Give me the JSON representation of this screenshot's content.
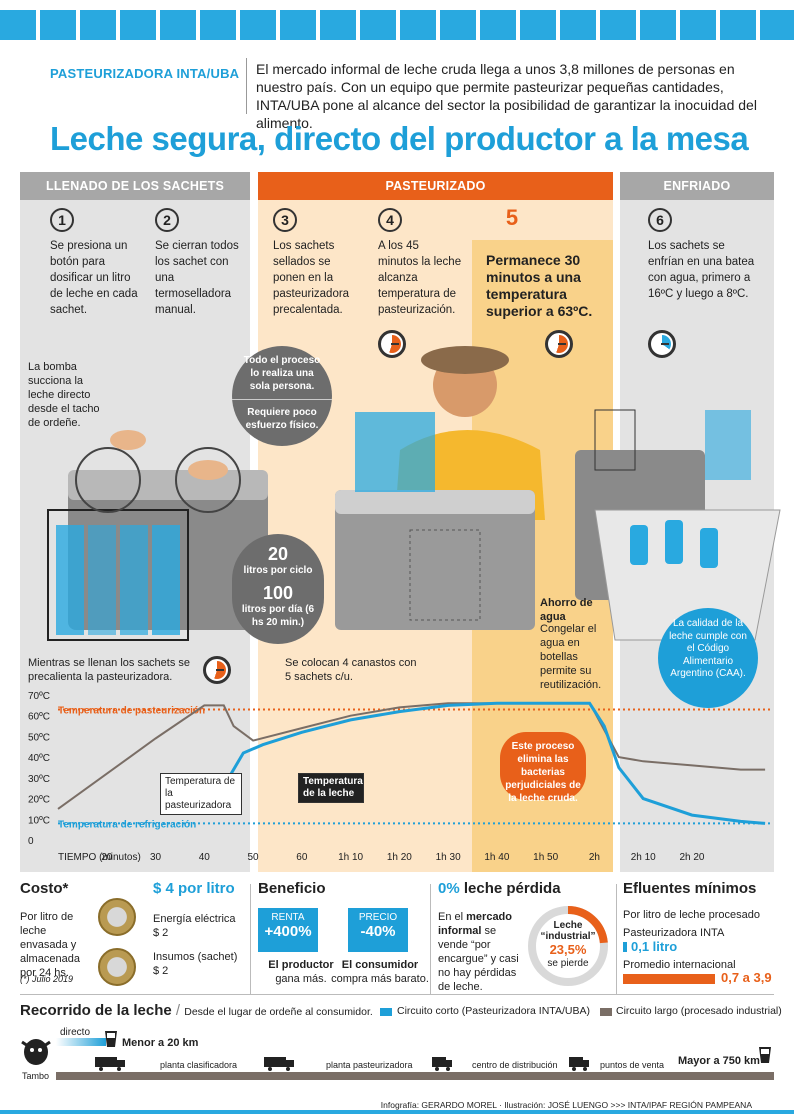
{
  "header": {
    "section_label": "PASTEURIZADORA INTA/UBA",
    "intro": "El mercado informal de leche cruda llega a unos 3,8 millones de personas en nuestro país. Con un equipo que permite pasteurizar pequeñas cantidades, INTA/UBA pone al alcance del sector la posibilidad de garantizar la inocuidad del alimento.",
    "headline": "Leche segura, directo del productor a la mesa"
  },
  "phases": {
    "fill": "LLENADO DE LOS SACHETS",
    "pasteurize": "PASTEURIZADO",
    "cool": "ENFRIADO"
  },
  "steps": [
    {
      "num": "1",
      "text": "Se presiona un botón para dosificar un litro de leche en cada sachet."
    },
    {
      "num": "2",
      "text": "Se cierran todos los sachet con una termoselladora manual."
    },
    {
      "num": "3",
      "text": "Los sachets sellados se ponen en la pasteurizadora precalentada."
    },
    {
      "num": "4",
      "text": "A los 45 minutos la leche alcanza temperatura de pasteurización."
    },
    {
      "num": "5",
      "text": "Permanece 30 minutos a una temperatura superior a 63ºC."
    },
    {
      "num": "6",
      "text": "Los sachets se enfrían en una batea con agua, primero a 16ºC y luego a 8ºC."
    }
  ],
  "notes": {
    "pump": "La bomba succiona la leche directo desde el tacho de ordeñe.",
    "one_person_1": "Todo el proceso lo realiza una sola persona.",
    "one_person_2": "Requiere poco esfuerzo físico.",
    "liters_cycle_num": "20",
    "liters_cycle": "litros por ciclo",
    "liters_day_num": "100",
    "liters_day": "litros por día (6 hs 20 min.)",
    "preheat": "Mientras se llenan los sachets se precalienta la pasteurizadora.",
    "baskets": "Se colocan 4 canastos con 5 sachets c/u.",
    "water_title": "Ahorro de agua",
    "water": "Congelar el agua en botellas permite su reutilización.",
    "caa": "La calidad de la leche cumple con el Código Alimentario Argentino (CAA).",
    "process": "Este proceso elimina las bacterias perjudiciales de la leche cruda."
  },
  "chart_data": {
    "type": "line",
    "xlabel": "TIEMPO (minutos)",
    "x_ticks": [
      "20",
      "30",
      "40",
      "50",
      "60",
      "1h 10",
      "1h 20",
      "1h 30",
      "1h 40",
      "1h 50",
      "2h",
      "2h 10",
      "2h 20"
    ],
    "y_ticks": [
      "0",
      "10ºC",
      "20ºC",
      "30ºC",
      "40ºC",
      "50ºC",
      "60ºC",
      "70ºC"
    ],
    "ylim": [
      0,
      70
    ],
    "reference_lines": [
      {
        "name": "Temperatura de pasteurización",
        "value": 63,
        "color": "#e8601a"
      },
      {
        "name": "Temperatura de refrigeración",
        "value": 8,
        "color": "#1e9fd8"
      }
    ],
    "series": [
      {
        "name": "Temperatura de la pasteurizadora",
        "color": "#7a6e66",
        "x": [
          10,
          20,
          30,
          40,
          44,
          46,
          50,
          60,
          70,
          80,
          90,
          100,
          110,
          119,
          120,
          125,
          130,
          140,
          145,
          150,
          155
        ],
        "y": [
          15,
          32,
          49,
          65,
          65,
          55,
          48,
          54,
          60,
          64,
          66,
          66,
          66,
          66,
          62,
          40,
          38,
          36,
          35,
          34,
          34
        ]
      },
      {
        "name": "Temperatura de la leche",
        "color": "#1e9fd8",
        "x": [
          45,
          48,
          52,
          60,
          70,
          80,
          90,
          100,
          110,
          119,
          122,
          125,
          130,
          140,
          150,
          155
        ],
        "y": [
          30,
          42,
          46,
          52,
          58,
          62,
          65,
          66,
          66,
          66,
          55,
          35,
          20,
          12,
          9,
          8
        ]
      }
    ],
    "labels": {
      "pasteurizer": "Temperatura de la pasteurizadora",
      "milk": "Temperatura de la leche"
    }
  },
  "costo": {
    "title": "Costo*",
    "desc": "Por litro de leche envasada y almacenada por 24 hs.",
    "note": "(*) Julio 2019",
    "price": "$ 4 por litro",
    "item1": "Energía eléctrica",
    "item1_val": "$ 2",
    "item2": "Insumos (sachet)",
    "item2_val": "$ 2"
  },
  "beneficio": {
    "title": "Beneficio",
    "renta_label": "RENTA",
    "renta_val": "+400%",
    "renta_text_b": "El productor",
    "renta_text": "gana más.",
    "precio_label": "PRECIO",
    "precio_val": "-40%",
    "precio_text_b": "El consumidor",
    "precio_text": "compra más barato."
  },
  "perdida": {
    "title_num": "0%",
    "title": "leche pérdida",
    "text_b": "mercado informal",
    "text_1": "En el",
    "text_2": "se vende “por encargue” y casi no hay pérdidas de leche.",
    "donut_title": "Leche “industrial”",
    "donut_val": "23,5%",
    "donut_sub": "se pierde",
    "donut_fraction": 0.235
  },
  "efluentes": {
    "title": "Efluentes mínimos",
    "desc": "Por litro de leche procesado",
    "inta_label": "Pasteurizadora INTA",
    "inta_val": "0,1 litro",
    "intl_label": "Promedio internacional",
    "intl_val": "0,7 a 3,9"
  },
  "recorrido": {
    "title": "Recorrido de la leche",
    "subtitle": "Desde el lugar de ordeñe al consumidor.",
    "legend_short": "Circuito corto (Pasteurizadora INTA/UBA)",
    "legend_long": "Circuito largo (procesado industrial)",
    "direct": "directo",
    "near": "Menor a 20 km",
    "far": "Mayor a 750 km",
    "origin": "Tambo",
    "stops": [
      "planta clasificadora",
      "planta pasteurizadora",
      "centro de distribución",
      "puntos de venta"
    ]
  },
  "credits": {
    "text": "Infografía: GERARDO MOREL · Ilustración: JOSÉ LUENGO >>> INTA/IPAF REGIÓN PAMPEANA"
  },
  "colors": {
    "blue": "#1e9fd8",
    "orange": "#e8601a",
    "gray": "#a7a7a7",
    "brown": "#7a6e66"
  }
}
